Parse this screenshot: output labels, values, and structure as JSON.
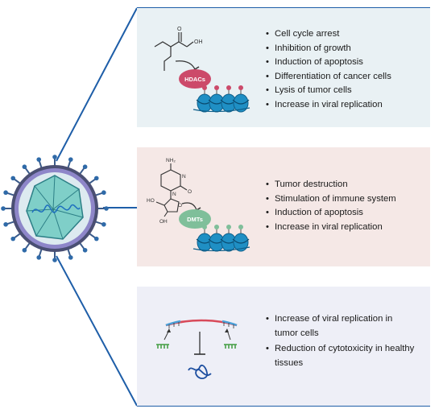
{
  "panels": [
    {
      "enzyme_label": "HDACs",
      "bullets": [
        "Cell cycle arrest",
        "Inhibition of growth",
        "Induction of apoptosis",
        "Differentiation of cancer cells",
        "Lysis of tumor cells",
        "Increase in viral replication"
      ],
      "chem_labels": {
        "oh": "OH",
        "o": "O"
      },
      "color": "#cc4a6a"
    },
    {
      "enzyme_label": "DMTs",
      "bullets": [
        "Tumor destruction",
        "Stimulation of immune system",
        "Induction of apoptosis",
        "Increase in viral replication"
      ],
      "chem_labels": {
        "nh2": "NH₂",
        "n1": "N",
        "n2": "N",
        "o1": "O",
        "o2": "O",
        "ho": "HO",
        "oh": "OH"
      },
      "color": "#7fbf9a"
    },
    {
      "bullets": [
        "Increase of viral replication in tumor cells",
        "Reduction of cytotoxicity in healthy tissues"
      ]
    }
  ],
  "colors": {
    "line_blue": "#1e5ea8",
    "panel1_bg": "#e9f1f4",
    "panel2_bg": "#f5e8e6",
    "panel3_bg": "#eeeff7"
  }
}
